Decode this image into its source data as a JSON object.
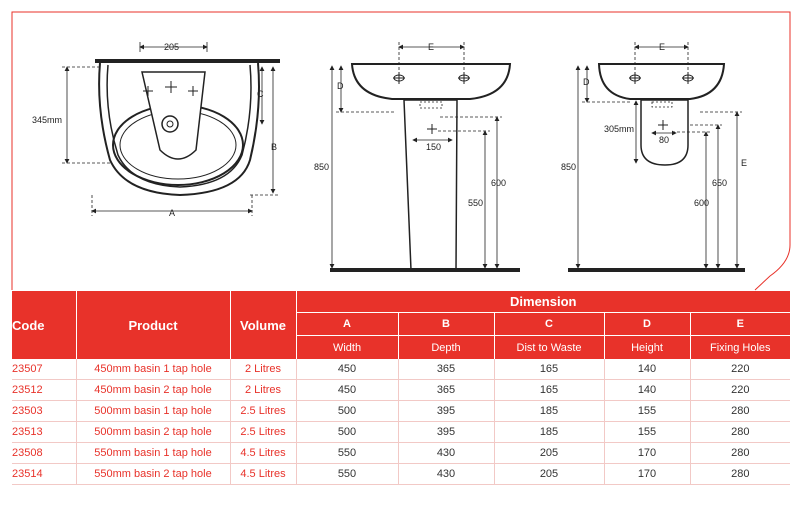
{
  "diagram": {
    "front_view": {
      "top_width": "205",
      "height_left": "345mm",
      "dim_c": "C",
      "dim_b": "B",
      "dim_a": "A"
    },
    "pedestal_view": {
      "dim_e": "E",
      "dim_d": "D",
      "total_height": "850",
      "pedestal_width": "150",
      "waste_height": "600",
      "pedestal_height": "550"
    },
    "semi_pedestal_view": {
      "dim_e": "E",
      "dim_d": "D",
      "total_height": "850",
      "shroud_height": "305mm",
      "shroud_width": "80",
      "height_650": "650",
      "waste_height": "600",
      "dim_e_vertical": "E"
    }
  },
  "table": {
    "headers": {
      "code": "Code",
      "product": "Product",
      "volume": "Volume",
      "dimension": "Dimension"
    },
    "dimension_columns": [
      {
        "letter": "A",
        "name": "Width"
      },
      {
        "letter": "B",
        "name": "Depth"
      },
      {
        "letter": "C",
        "name": "Dist to Waste"
      },
      {
        "letter": "D",
        "name": "Height"
      },
      {
        "letter": "E",
        "name": "Fixing Holes"
      }
    ],
    "rows": [
      {
        "code": "23507",
        "product": "450mm basin 1 tap hole",
        "volume": "2 Litres",
        "a": "450",
        "b": "365",
        "c": "165",
        "d": "140",
        "e": "220"
      },
      {
        "code": "23512",
        "product": "450mm basin 2 tap hole",
        "volume": "2 Litres",
        "a": "450",
        "b": "365",
        "c": "165",
        "d": "140",
        "e": "220"
      },
      {
        "code": "23503",
        "product": "500mm basin 1 tap hole",
        "volume": "2.5 Litres",
        "a": "500",
        "b": "395",
        "c": "185",
        "d": "155",
        "e": "280"
      },
      {
        "code": "23513",
        "product": "500mm basin 2 tap hole",
        "volume": "2.5 Litres",
        "a": "500",
        "b": "395",
        "c": "185",
        "d": "155",
        "e": "280"
      },
      {
        "code": "23508",
        "product": "550mm basin 1 tap hole",
        "volume": "4.5 Litres",
        "a": "550",
        "b": "430",
        "c": "205",
        "d": "170",
        "e": "280"
      },
      {
        "code": "23514",
        "product": "550mm basin 2 tap hole",
        "volume": "4.5 Litres",
        "a": "550",
        "b": "430",
        "c": "205",
        "d": "170",
        "e": "280"
      }
    ]
  },
  "colors": {
    "accent": "#e8322a",
    "line": "#222222"
  }
}
